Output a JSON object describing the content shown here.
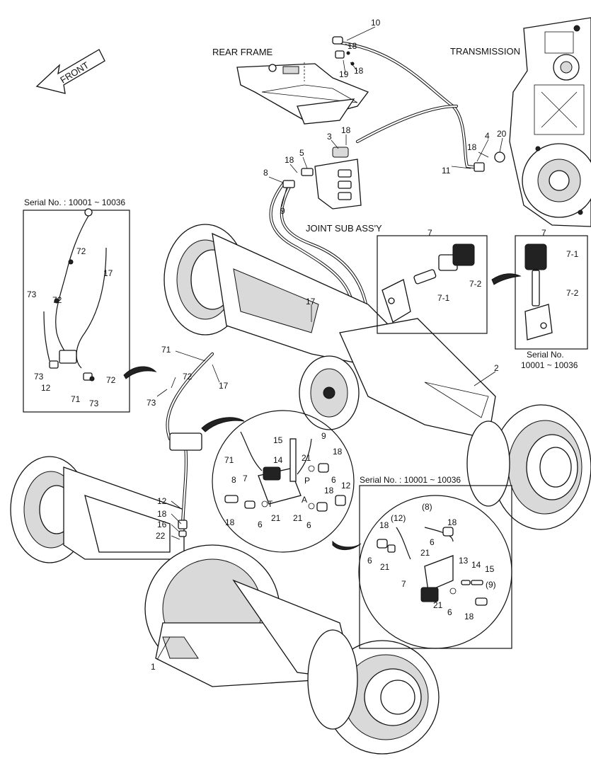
{
  "labels": {
    "front": "FRONT",
    "rear_frame": "REAR FRAME",
    "transmission": "TRANSMISSION",
    "joint_sub_assy": "JOINT SUB ASS'Y",
    "serial_left": "Serial No. : 10001 ~ 10036",
    "serial_right_line1": "Serial No.",
    "serial_right_line2": "10001 ~ 10036",
    "serial_lower": "Serial No. : 10001 ~ 10036"
  },
  "callouts": {
    "n1": "1",
    "n2": "2",
    "n3": "3",
    "n4": "4",
    "n5": "5",
    "n6": "6",
    "n7": "7",
    "n8": "8",
    "n9": "9",
    "n10": "10",
    "n11": "11",
    "n12": "12",
    "n13": "13",
    "n14": "14",
    "n15": "15",
    "n16": "16",
    "n17": "17",
    "n18": "18",
    "n19": "19",
    "n20": "20",
    "n21": "21",
    "n22": "22",
    "n71": "71",
    "n72": "72",
    "n73": "73",
    "n7_1": "7-1",
    "n7_2": "7-2",
    "p8": "(8)",
    "p9": "(9)",
    "p12": "(12)",
    "port_t": "T",
    "port_p": "P",
    "port_a": "A"
  }
}
